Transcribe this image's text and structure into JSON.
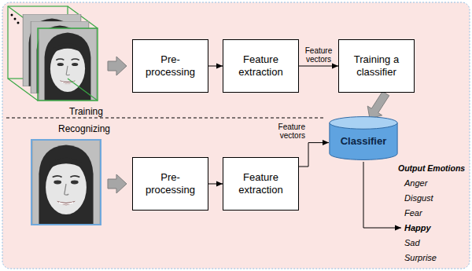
{
  "diagram": {
    "nodes": [
      {
        "text": [
          "Pre-processing"
        ]
      },
      {
        "text": [
          "Feature extraction"
        ]
      },
      {
        "text": [
          "Training a classifier"
        ]
      },
      {
        "text": [
          "Classifier"
        ]
      },
      {
        "text": [
          "Pre-processing"
        ]
      },
      {
        "text": [
          "Feature extraction"
        ]
      }
    ],
    "edges": [
      {
        "from": 0,
        "to": 1,
        "arrow": "to"
      },
      {
        "from": 1,
        "to": 2,
        "label": "Feature vectors",
        "arrow": "to"
      },
      {
        "from": 2,
        "to": 3,
        "arrow": "to"
      },
      {
        "from": 4,
        "to": 5,
        "arrow": "to"
      },
      {
        "from": 5,
        "to": 3,
        "label": "Feature vectors",
        "arrow": "to"
      }
    ],
    "labels": [
      "Training",
      "Recognizing",
      "Output Emotions",
      "Anger",
      "Disgust",
      "Fear",
      "Happy",
      "Sad",
      "Surprise"
    ]
  }
}
